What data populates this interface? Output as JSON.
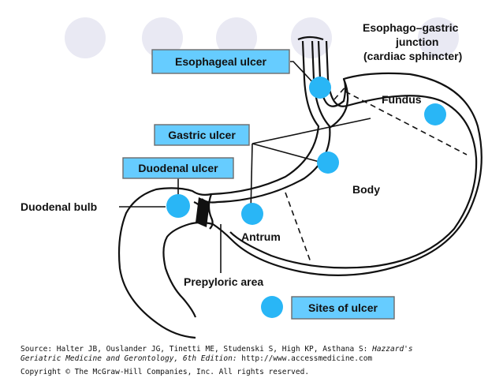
{
  "labels": {
    "esophageal_ulcer": "Esophageal ulcer",
    "gastric_ulcer": "Gastric ulcer",
    "duodenal_ulcer": "Duodenal ulcer",
    "duodenal_bulb": "Duodenal bulb",
    "ge_junction_1": "Esophago–gastric",
    "ge_junction_2": "junction",
    "ge_junction_3": "(cardiac sphincter)",
    "fundus": "Fundus",
    "body": "Body",
    "antrum": "Antrum",
    "prepyloric": "Prepyloric area",
    "legend": "Sites of ulcer"
  },
  "source": {
    "line1_prefix": "Source: Halter JB, Ouslander JG, Tinetti ME, Studenski S, High KP, Asthana S: ",
    "line1_italic": "Hazzard's",
    "line2_italic": "Geriatric Medicine and Gerontology, 6th Edition:",
    "line2_suffix": " http://www.accessmedicine.com",
    "copyright": "Copyright © The McGraw-Hill Companies, Inc. All rights reserved."
  },
  "colors": {
    "ulcer_dot": "#29b6f6",
    "label_box": "#66ccff",
    "outline": "#111111",
    "bg_circle": "#e9e9f3"
  }
}
